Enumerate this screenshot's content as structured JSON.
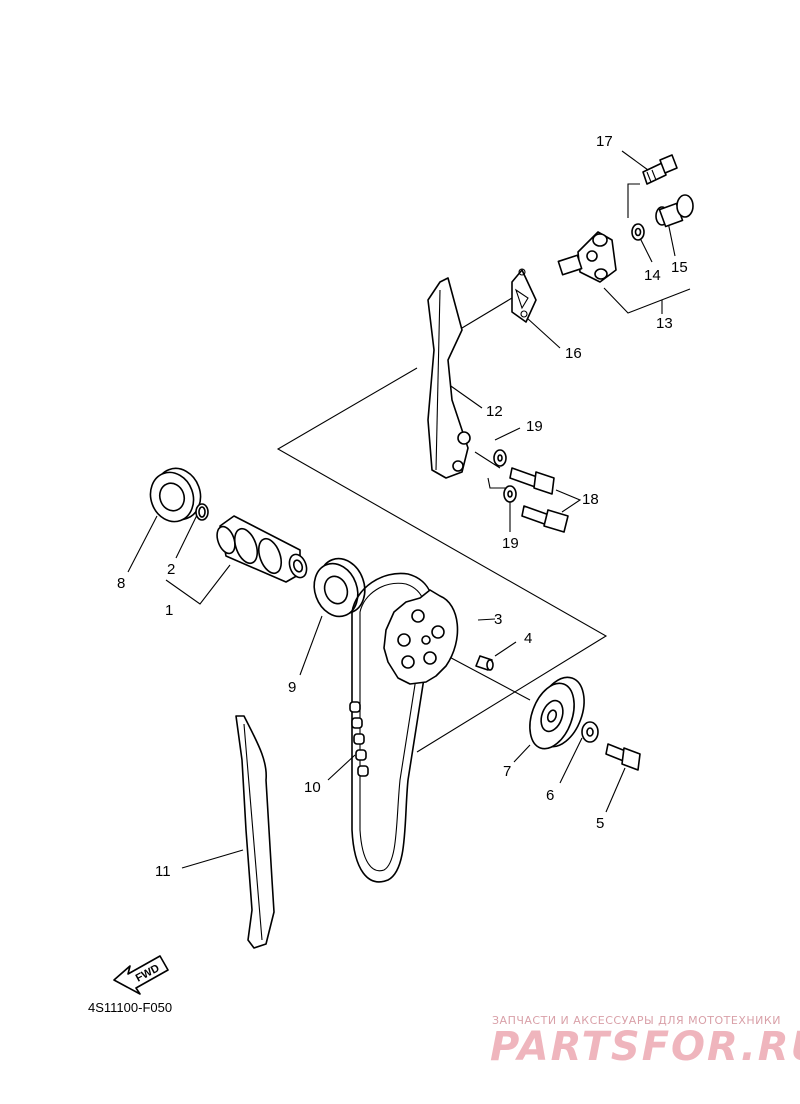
{
  "diagram": {
    "callouts": [
      "1",
      "2",
      "3",
      "4",
      "5",
      "6",
      "7",
      "8",
      "9",
      "10",
      "11",
      "12",
      "13",
      "14",
      "15",
      "16",
      "17",
      "18",
      "19",
      "19"
    ],
    "fwd_label": "FWD",
    "reference_code": "4S11100-F050"
  },
  "watermark": {
    "caption": "ЗАПЧАСТИ И АКСЕССУАРЫ ДЛЯ МОТОТЕХНИКИ",
    "logo_text": "PARTSFOR.RU",
    "color": "#efb5bd"
  }
}
